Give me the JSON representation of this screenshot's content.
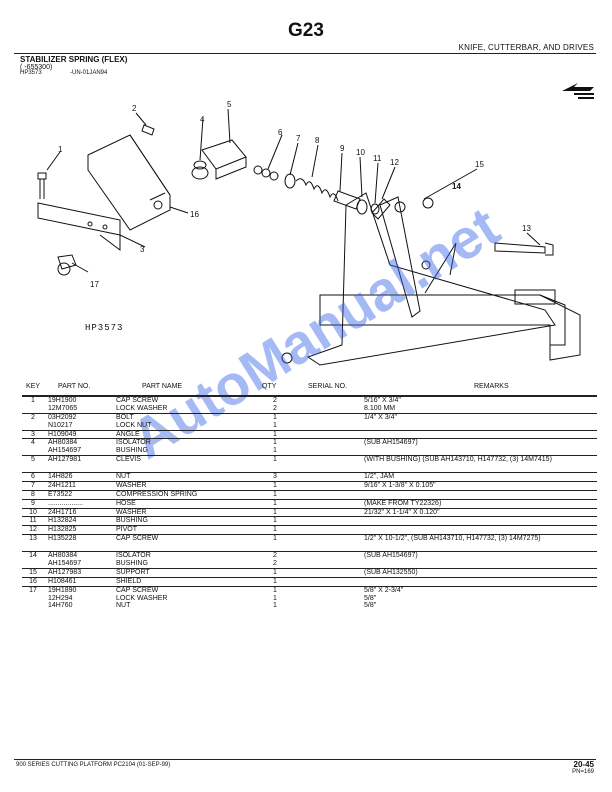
{
  "header": {
    "page_code": "G23",
    "section": "KNIFE, CUTTERBAR, AND DRIVES",
    "title": "STABILIZER SPRING  (FLEX)",
    "serial_range": "(      -655300)",
    "illustration_id": "HP3573",
    "illustration_date": "-UN-01JAN94"
  },
  "diagram": {
    "figure_code": "HP3573",
    "callouts": [
      "1",
      "2",
      "3",
      "4",
      "5",
      "6",
      "7",
      "8",
      "9",
      "10",
      "11",
      "12",
      "13",
      "14",
      "15",
      "16",
      "17"
    ]
  },
  "watermark": "AutoManual.net",
  "table": {
    "headers": {
      "key": "KEY",
      "part_no": "PART NO.",
      "part_name": "PART NAME",
      "qty": "QTY",
      "serial_no": "SERIAL NO.",
      "remarks": "REMARKS"
    },
    "rows": [
      {
        "key": "1",
        "part": "19H1900",
        "name": "CAP SCREW",
        "qty": "2",
        "serial": "",
        "remarks": "5/16\" X 3/4\"",
        "first": true
      },
      {
        "key": "",
        "part": "12M7065",
        "name": "LOCK WASHER",
        "qty": "2",
        "serial": "",
        "remarks": "8.100 MM"
      },
      {
        "key": "2",
        "part": "03H2092",
        "name": "BOLT",
        "qty": "1",
        "serial": "",
        "remarks": "1/4\" X 3/4\"",
        "first": true
      },
      {
        "key": "",
        "part": "N10217",
        "name": "LOCK NUT",
        "qty": "1",
        "serial": "",
        "remarks": ""
      },
      {
        "key": "3",
        "part": "H109049",
        "name": "ANGLE",
        "qty": "1",
        "serial": "",
        "remarks": "",
        "first": true
      },
      {
        "key": "4",
        "part": "AH80384",
        "name": "ISOLATOR",
        "qty": "1",
        "serial": "",
        "remarks": "(SUB AH154697)",
        "first": true
      },
      {
        "key": "",
        "part": "AH154697",
        "name": "BUSHING",
        "qty": "1",
        "serial": "",
        "remarks": ""
      },
      {
        "key": "5",
        "part": "AH127981",
        "name": "CLEVIS",
        "qty": "1",
        "serial": "",
        "remarks": "(WITH BUSHING) (SUB AH143710, H147732, (3) 14M7415)",
        "first": true,
        "tall": true
      },
      {
        "key": "6",
        "part": "14H826",
        "name": "NUT",
        "qty": "3",
        "serial": "",
        "remarks": "1/2\", JAM",
        "first": true
      },
      {
        "key": "7",
        "part": "24H1211",
        "name": "WASHER",
        "qty": "1",
        "serial": "",
        "remarks": "9/16\" X 1-3/8\" X 0.105\"",
        "first": true
      },
      {
        "key": "8",
        "part": "E73522",
        "name": "COMPRESSION SPRING",
        "qty": "1",
        "serial": "",
        "remarks": "",
        "first": true
      },
      {
        "key": "9",
        "part": "..................",
        "name": "HOSE",
        "qty": "1",
        "serial": "",
        "remarks": "(MAKE FROM TY22326)",
        "first": true
      },
      {
        "key": "10",
        "part": "24H1716",
        "name": "WASHER",
        "qty": "1",
        "serial": "",
        "remarks": "21/32\" X 1-1/4\" X 0.120\"",
        "first": true
      },
      {
        "key": "11",
        "part": "H132824",
        "name": "BUSHING",
        "qty": "1",
        "serial": "",
        "remarks": "",
        "first": true
      },
      {
        "key": "12",
        "part": "H132825",
        "name": "PIVOT",
        "qty": "1",
        "serial": "",
        "remarks": "",
        "first": true
      },
      {
        "key": "13",
        "part": "H135228",
        "name": "CAP SCREW",
        "qty": "1",
        "serial": "",
        "remarks": "1/2\" X 10-1/2\", (SUB AH143710, H147732, (3) 14M7275)",
        "first": true,
        "tall": true
      },
      {
        "key": "14",
        "part": "AH80384",
        "name": "ISOLATOR",
        "qty": "2",
        "serial": "",
        "remarks": "(SUB AH154697)",
        "first": true
      },
      {
        "key": "",
        "part": "AH154697",
        "name": "BUSHING",
        "qty": "2",
        "serial": "",
        "remarks": ""
      },
      {
        "key": "15",
        "part": "AH127983",
        "name": "SUPPORT",
        "qty": "1",
        "serial": "",
        "remarks": "(SUB AH132550)",
        "first": true
      },
      {
        "key": "16",
        "part": "H108461",
        "name": "SHIELD",
        "qty": "1",
        "serial": "",
        "remarks": "",
        "first": true
      },
      {
        "key": "17",
        "part": "19H1890",
        "name": "CAP SCREW",
        "qty": "1",
        "serial": "",
        "remarks": "5/8\" X 2-3/4\"",
        "first": true
      },
      {
        "key": "",
        "part": "12H294",
        "name": "LOCK WASHER",
        "qty": "1",
        "serial": "",
        "remarks": "5/8\""
      },
      {
        "key": "",
        "part": "14H760",
        "name": "NUT",
        "qty": "1",
        "serial": "",
        "remarks": "5/8\""
      }
    ]
  },
  "footer": {
    "left": "900 SERIES CUTTING PLATFORM   PC2104     (01-SEP-99)",
    "page": "20-45",
    "pn": "PN=169"
  }
}
